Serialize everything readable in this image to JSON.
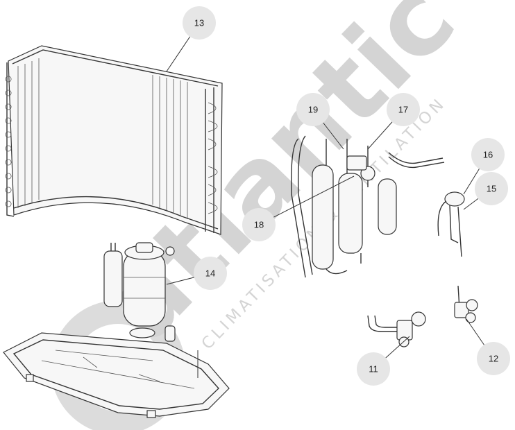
{
  "watermark": {
    "brand": "atlantic",
    "tagline": "CLIMATISATION & VENTILATION",
    "color": "#d0d0d0"
  },
  "callouts": [
    {
      "label": "13"
    },
    {
      "label": "19"
    },
    {
      "label": "17"
    },
    {
      "label": "16"
    },
    {
      "label": "15"
    },
    {
      "label": "18"
    },
    {
      "label": "14"
    },
    {
      "label": "11"
    },
    {
      "label": "12"
    }
  ],
  "colors": {
    "callout_fill": "#e6e6e6",
    "line": "#333333"
  }
}
